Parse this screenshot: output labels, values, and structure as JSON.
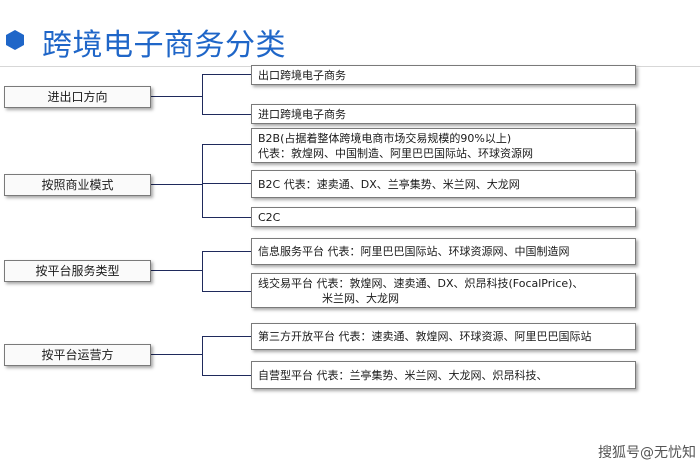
{
  "title": "跨境电子商务分类",
  "categories": [
    {
      "label": "进出口方向",
      "leaves": [
        {
          "lines": [
            "出口跨境电子商务"
          ]
        },
        {
          "lines": [
            "进口跨境电子商务"
          ]
        }
      ]
    },
    {
      "label": "按照商业模式",
      "leaves": [
        {
          "lines": [
            "B2B(占据着整体跨境电商市场交易规模的90%以上)",
            "代表：敦煌网、中国制造、阿里巴巴国际站、环球资源网"
          ]
        },
        {
          "lines": [
            "B2C  代表：速卖通、DX、兰亭集势、米兰网、大龙网"
          ]
        },
        {
          "lines": [
            "C2C"
          ]
        }
      ]
    },
    {
      "label": "按平台服务类型",
      "leaves": [
        {
          "lines": [
            "信息服务平台 代表：阿里巴巴国际站、环球资源网、中国制造网"
          ]
        },
        {
          "lines": [
            "线交易平台    代表：敦煌网、速卖通、DX、炽昂科技(FocalPrice)、",
            "                      米兰网、大龙网"
          ]
        }
      ]
    },
    {
      "label": "按平台运营方",
      "leaves": [
        {
          "lines": [
            "第三方开放平台 代表：速卖通、敦煌网、环球资源、阿里巴巴国际站"
          ]
        },
        {
          "lines": [
            "自营型平台      代表：兰亭集势、米兰网、大龙网、炽昂科技、"
          ]
        }
      ]
    }
  ],
  "watermark": "搜狐号@无忧知"
}
